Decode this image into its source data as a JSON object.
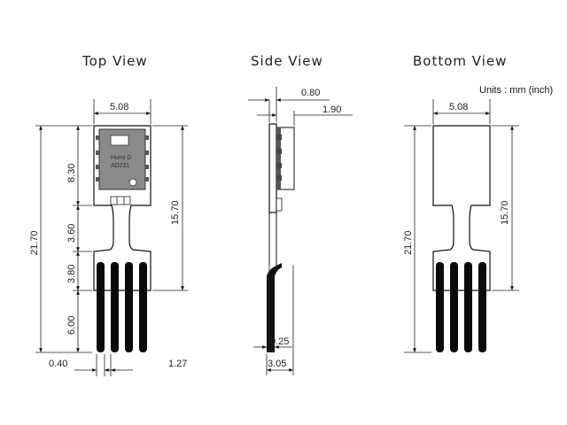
{
  "views": {
    "top": "Top View",
    "side": "Side View",
    "bottom": "Bottom View"
  },
  "units": "Units : mm (inch)",
  "chip": {
    "line1": "Humi D",
    "line2": "AD231"
  },
  "dims": {
    "top_width": "5.08",
    "top_total_height": "21.70",
    "top_seg1": "8.30",
    "top_seg2": "3.60",
    "top_seg3": "3.80",
    "top_seg4": "6.00",
    "top_body_height": "15.70",
    "top_lead_width": "0.40",
    "top_pitch": "1.27",
    "side_a": "0.80",
    "side_b": "1.90",
    "side_c": "0.25",
    "side_d": "3.05",
    "bottom_width": "5.08",
    "bottom_total_height": "21.70",
    "bottom_body_height": "15.70"
  }
}
